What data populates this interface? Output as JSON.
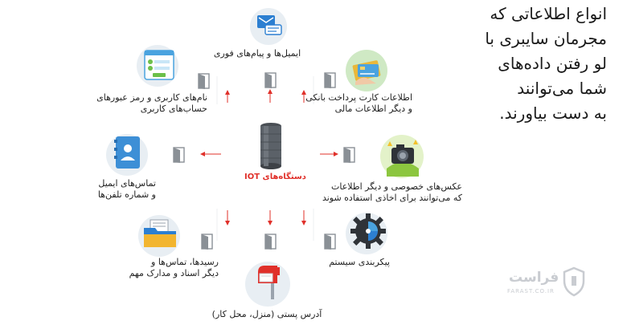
{
  "headline": [
    "انواع اطلاعاتی که",
    "مجرمان سایبری با",
    "لو رفتن داده‌های",
    "شما می‌توانند",
    "به دست بیاورند."
  ],
  "center": {
    "label": "دستگاه‌های IOT"
  },
  "items": {
    "email": {
      "lines": [
        "ایمیل‌ها و پیام‌های فوری"
      ]
    },
    "credentials": {
      "lines": [
        "نام‌های کاربری و رمز عبورهای",
        "حساب‌های کاربری"
      ]
    },
    "bank": {
      "lines": [
        "اطلاعات کارت پرداخت بانکی",
        "و دیگر اطلاعات مالی"
      ]
    },
    "contacts": {
      "lines": [
        "تماس‌های ایمیل",
        "و شماره تلفن‌ها"
      ]
    },
    "photos": {
      "lines": [
        "عکس‌های خصوصی و دیگر اطلاعات",
        "که می‌توانند برای اخاذی استفاده شوند"
      ]
    },
    "receipts": {
      "lines": [
        "رسیدها، تماس‌ها و",
        "دیگر اسناد و مدارک مهم"
      ]
    },
    "config": {
      "lines": [
        "پیکربندی سیستم"
      ]
    },
    "address": {
      "lines": [
        "آدرس پستی (منزل، محل کار)"
      ]
    }
  },
  "logo": {
    "name": "فراست",
    "sub": "FARAST.CO.IR"
  },
  "colors": {
    "arrow": "#e0302a",
    "door": "#8a9096",
    "circle": "#e8eef3",
    "text": "#222222",
    "logo": "#c9ccd1"
  }
}
